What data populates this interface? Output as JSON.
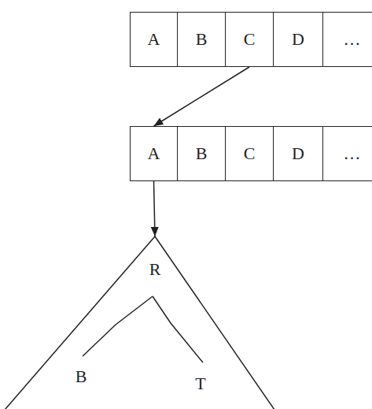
{
  "diagram": {
    "nodes": [
      {
        "text": [
          "A"
        ]
      },
      {
        "text": [
          "B"
        ]
      },
      {
        "text": [
          "C"
        ]
      },
      {
        "text": [
          "D"
        ]
      },
      {
        "text": [
          "…"
        ]
      },
      {
        "text": [
          "A"
        ]
      },
      {
        "text": [
          "B"
        ]
      },
      {
        "text": [
          "C"
        ]
      },
      {
        "text": [
          "D"
        ]
      },
      {
        "text": [
          "…"
        ]
      },
      {
        "text": [
          "R",
          "B",
          "T"
        ]
      }
    ],
    "edges": [
      {
        "from": 2,
        "to": 5,
        "arrow": "to"
      },
      {
        "from": 5,
        "to": 10,
        "arrow": "to"
      }
    ]
  }
}
